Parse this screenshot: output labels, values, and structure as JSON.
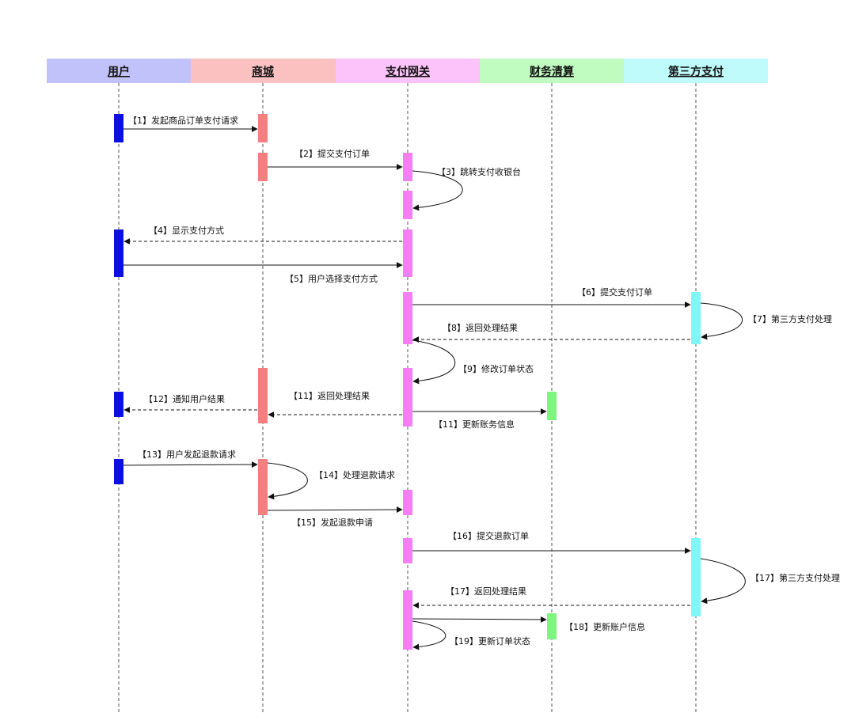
{
  "participants": [
    {
      "label": "用户",
      "color": "#c2c2fa",
      "bar_color": "#0b10e0"
    },
    {
      "label": "商城",
      "color": "#fbc0c0",
      "bar_color": "#f37f7f"
    },
    {
      "label": "支付网关",
      "color": "#fcc2fa",
      "bar_color": "#f57ef5"
    },
    {
      "label": "财务清算",
      "color": "#c0fbc0",
      "bar_color": "#7ef57e"
    },
    {
      "label": "第三方支付",
      "color": "#c0fbfb",
      "bar_color": "#7ef7f7"
    }
  ],
  "messages": {
    "m1": "【1】发起商品订单支付请求",
    "m2": "【2】提交支付订单",
    "m3": "【3】跳转支付收银台",
    "m4": "【4】显示支付方式",
    "m5": "【5】用户选择支付方式",
    "m6": "【6】提交支付订单",
    "m7": "【7】第三方支付处理",
    "m8": "【8】返回处理结果",
    "m9": "【9】修改订单状态",
    "m11a": "【11】返回处理结果",
    "m11b": "【11】更新账务信息",
    "m12": "【12】通知用户结果",
    "m13": "【13】用户发起退款请求",
    "m14": "【14】处理退款请求",
    "m15": "【15】发起退款申请",
    "m16": "【16】提交退款订单",
    "m17a": "【17】返回处理结果",
    "m17b": "【17】第三方支付处理",
    "m18": "【18】更新账户信息",
    "m19": "【19】更新订单状态"
  }
}
